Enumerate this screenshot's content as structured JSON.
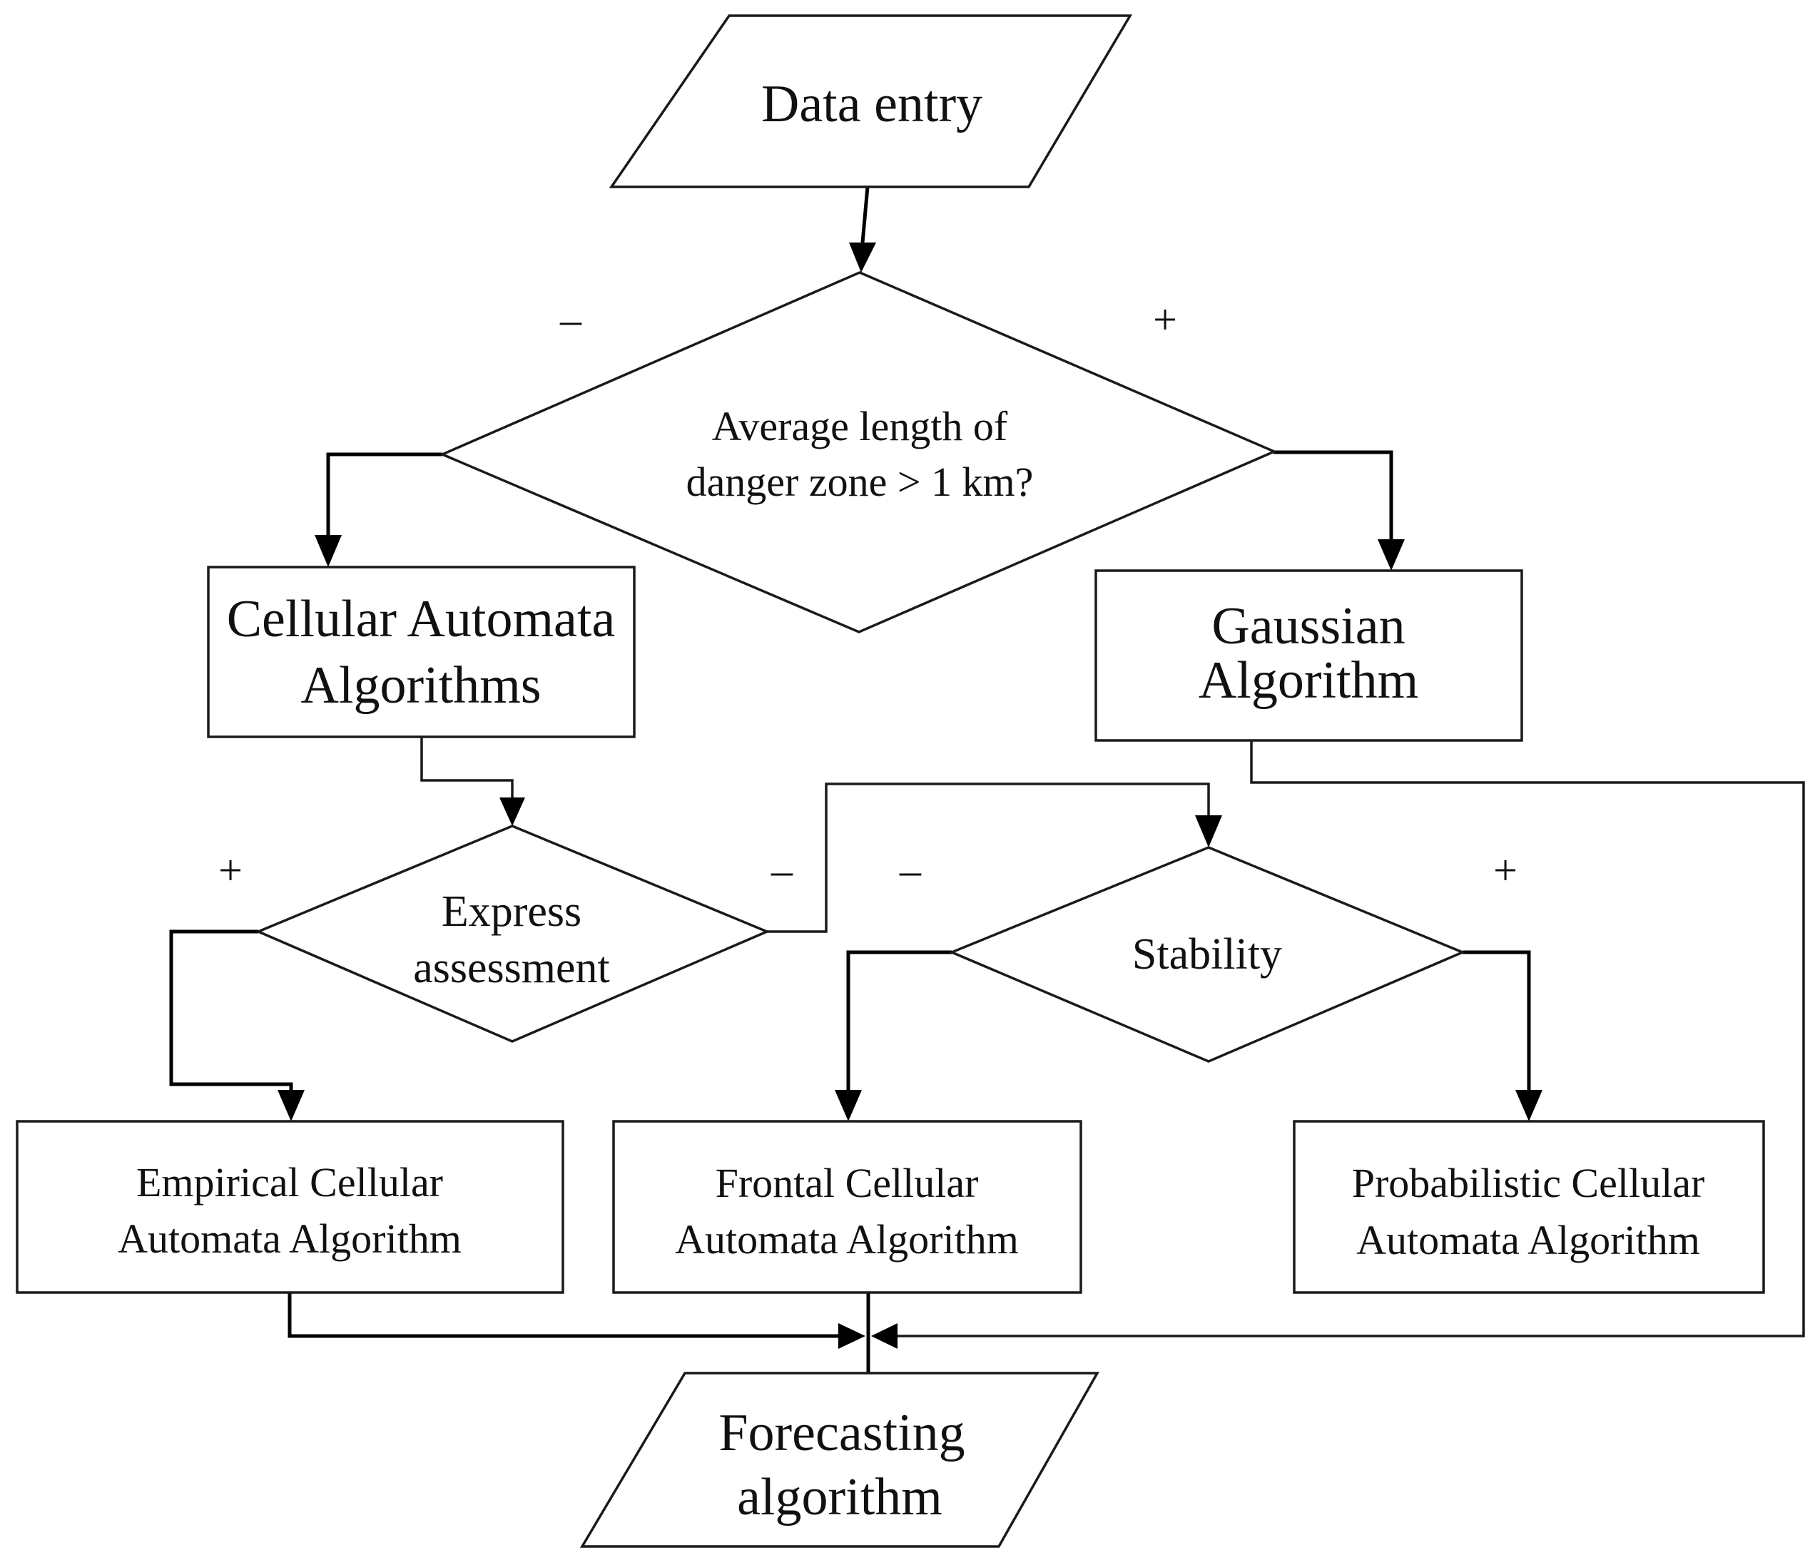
{
  "nodes": {
    "data_entry": {
      "label": "Data entry"
    },
    "length_decision": {
      "line1": "Average length of",
      "line2": "danger zone > 1 km?"
    },
    "cellular_automata": {
      "line1": "Cellular Automata",
      "line2": "Algorithms"
    },
    "gaussian": {
      "line1": "Gaussian",
      "line2": "Algorithm"
    },
    "express_assessment": {
      "line1": "Express",
      "line2": "assessment"
    },
    "stability": {
      "label": "Stability"
    },
    "empirical": {
      "line1": "Empirical Cellular",
      "line2": "Automata Algorithm"
    },
    "frontal": {
      "line1": "Frontal Cellular",
      "line2": "Automata Algorithm"
    },
    "probabilistic": {
      "line1": "Probabilistic Cellular",
      "line2": "Automata Algorithm"
    },
    "forecasting": {
      "line1": "Forecasting",
      "line2": "algorithm"
    }
  },
  "branch_signs": {
    "length_no": "–",
    "length_yes": "+",
    "express_yes": "+",
    "express_no": "–",
    "stability_no": "–",
    "stability_yes": "+"
  },
  "colors": {
    "line": "#000000",
    "text": "#111111",
    "background": "#ffffff"
  }
}
